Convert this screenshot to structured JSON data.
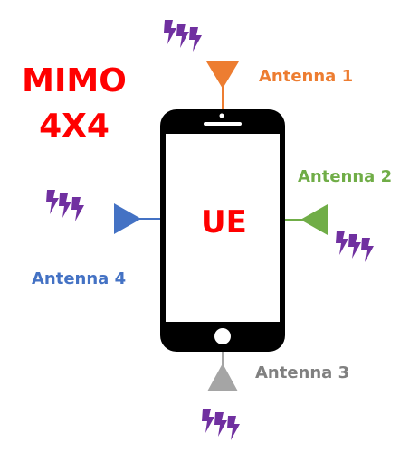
{
  "title": {
    "line1": "MIMO",
    "line2": "4X4"
  },
  "device": {
    "label": "UE"
  },
  "antennas": [
    {
      "label": "Antenna 1",
      "color": "#ed7d31"
    },
    {
      "label": "Antenna 2",
      "color": "#70ad47"
    },
    {
      "label": "Antenna 3",
      "color": "#a5a5a5"
    },
    {
      "label": "Antenna 4",
      "color": "#4472c4"
    }
  ],
  "colors": {
    "title": "#ff0000",
    "phone": "#000000",
    "signal": "#7030a0"
  }
}
